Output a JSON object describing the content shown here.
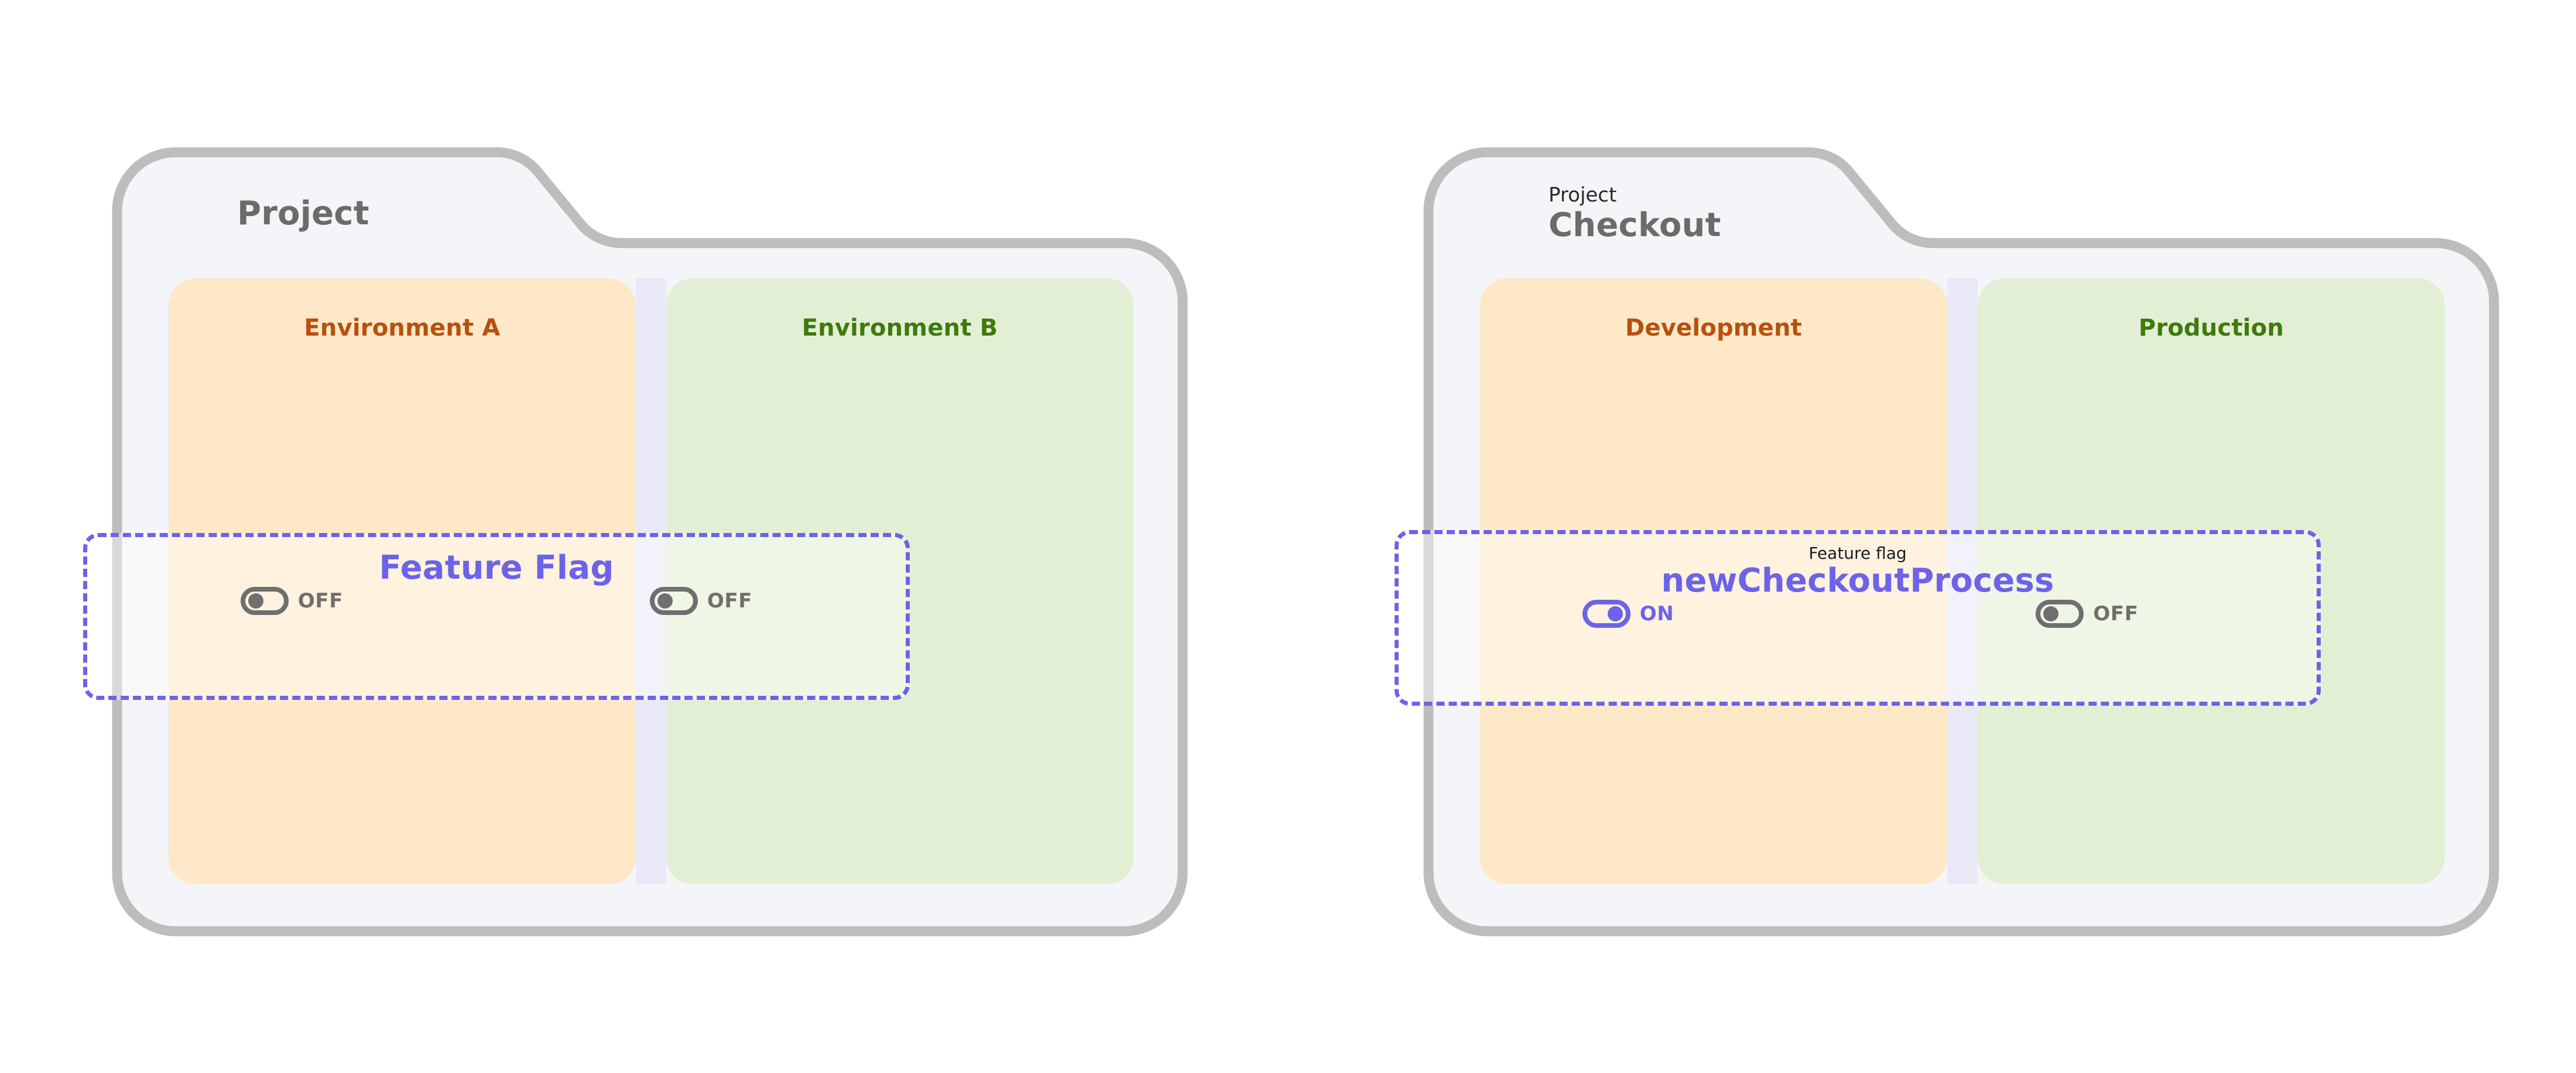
{
  "theme": {
    "accent_purple": "#6C63E8",
    "folder_border": "#BDBDBD",
    "folder_fill": "#F4F5F8",
    "orange_card": "#FFE8C8",
    "orange_text": "#B8500D",
    "green_card": "#E3EFD5",
    "green_text": "#3F7A0C",
    "gray_toggle": "#6F6F6F",
    "gap_band": "#E9E9F8",
    "title_gray": "#6B6B6B"
  },
  "panels": [
    {
      "id": "generic",
      "eyebrow": "",
      "title": "Project",
      "environments": [
        {
          "name": "Environment A",
          "tone": "orange"
        },
        {
          "name": "Environment B",
          "tone": "green"
        }
      ],
      "feature_flag": {
        "eyebrow": "",
        "title": "Feature Flag",
        "toggles": [
          {
            "state": "off",
            "label": "OFF"
          },
          {
            "state": "off",
            "label": "OFF"
          }
        ]
      }
    },
    {
      "id": "checkout",
      "eyebrow": "Project",
      "title": "Checkout",
      "environments": [
        {
          "name": "Development",
          "tone": "orange"
        },
        {
          "name": "Production",
          "tone": "green"
        }
      ],
      "feature_flag": {
        "eyebrow": "Feature flag",
        "title": "newCheckoutProcess",
        "toggles": [
          {
            "state": "on",
            "label": "ON"
          },
          {
            "state": "off",
            "label": "OFF"
          }
        ]
      }
    }
  ]
}
